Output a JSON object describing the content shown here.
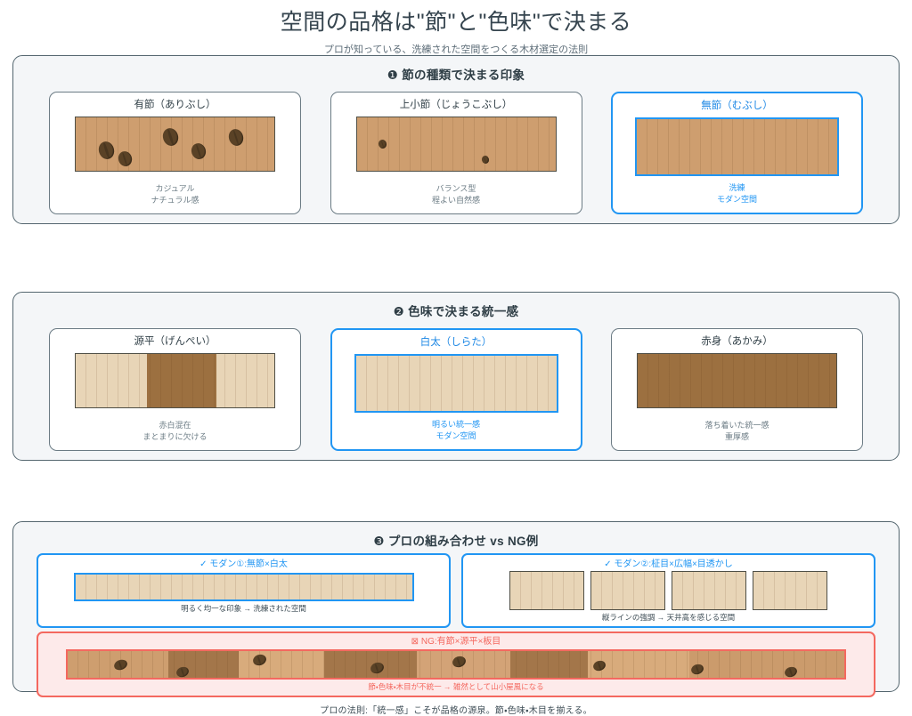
{
  "header": {
    "title": "空間の品格は\"節\"と\"色味\"で決まる",
    "subtitle": "プロが知っている、洗練された空間をつくる木材選定の法則"
  },
  "colors": {
    "accent_blue": "#2196f3",
    "ng_red": "#f4685f",
    "panel_bg": "#f4f6f8",
    "panel_border": "#54666f",
    "wood_tan": "#ce9e6f",
    "wood_cream": "#e8d5b7",
    "wood_dark": "#9c7040",
    "knot": "#5a4226",
    "text": "#2f3e46",
    "muted": "#6b7b84"
  },
  "sections": [
    {
      "number": "❶",
      "title": "節の種類で決まる印象",
      "cards": [
        {
          "title": "有節（ありぶし）",
          "caption_line1": "カジュアル",
          "caption_line2": "ナチュラル感",
          "highlight": false,
          "wood": "tan",
          "knots": 5
        },
        {
          "title": "上小節（じょうこぶし）",
          "caption_line1": "バランス型",
          "caption_line2": "程よい自然感",
          "highlight": false,
          "wood": "tan",
          "knots": 2
        },
        {
          "title": "無節（むぶし）",
          "caption_line1": "洗練",
          "caption_line2": "モダン空間",
          "highlight": true,
          "wood": "tan",
          "knots": 0
        }
      ]
    },
    {
      "number": "❷",
      "title": "色味で決まる統一感",
      "cards": [
        {
          "title": "源平（げんぺい）",
          "caption_line1": "赤白混在",
          "caption_line2": "まとまりに欠ける",
          "highlight": false,
          "wood": "genpei",
          "knots": 0
        },
        {
          "title": "白太（しらた）",
          "caption_line1": "明るい統一感",
          "caption_line2": "モダン空間",
          "highlight": true,
          "wood": "cream",
          "knots": 0
        },
        {
          "title": "赤身（あかみ）",
          "caption_line1": "落ち着いた統一感",
          "caption_line2": "重厚感",
          "highlight": false,
          "wood": "dark",
          "knots": 0
        }
      ]
    }
  ],
  "section3": {
    "number": "❸",
    "title": "プロの組み合わせ vs NG例",
    "good": [
      {
        "check": "✓",
        "label": "モダン①:無節×白太",
        "note": "明るく均一な印象 → 洗練された空間"
      },
      {
        "check": "✓",
        "label": "モダン②:柾目×広幅×目透かし",
        "note": "縦ラインの強調 → 天井高を感じる空間"
      }
    ],
    "bad": {
      "mark": "⊠",
      "label": "NG:有節×源平×板目",
      "note": "節・色味・木目が不統一 → 雑然として山小屋風になる"
    },
    "law": "プロの法則:「統一感」こそが品格の源泉。節・色味・木目を揃える。"
  }
}
